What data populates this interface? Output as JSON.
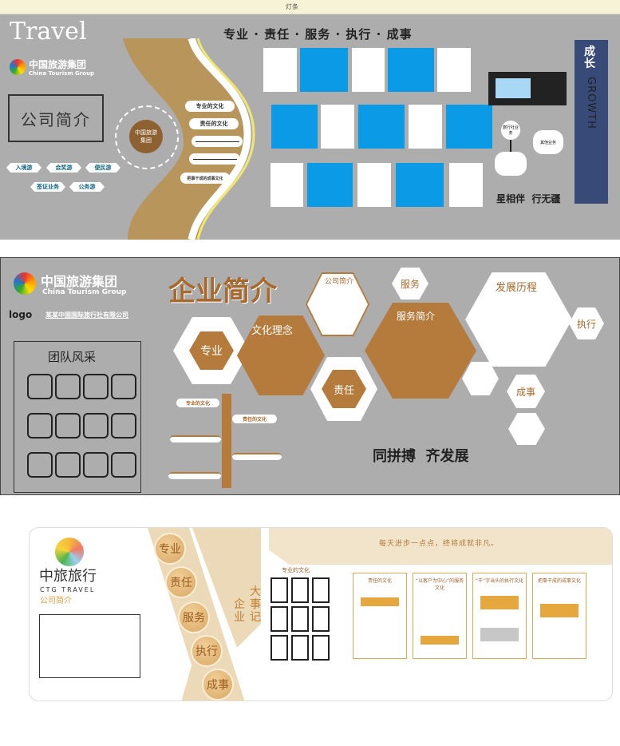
{
  "top_strip_label": "灯条",
  "panel1": {
    "travel": "Travel",
    "logo_cn": "中国旅游集团",
    "logo_en": "China Tourism Group",
    "intro_box": "公司简介",
    "flower_center": "中国旅游集团",
    "tags": [
      "入境游",
      "会奖游",
      "便民游",
      "签证业务",
      "公务游"
    ],
    "culture_pills": [
      "专业的文化",
      "责任的文化",
      "",
      "",
      "把事干成的成事文化"
    ],
    "slogan": "专业 · 责任 · 服务 · 执行 · 成事",
    "growth_cn": "成长",
    "growth_en": "GROWTH",
    "node1": "旅行社业务",
    "node2": "其他业务",
    "motto": "星相伴  行无疆",
    "colors": {
      "gray": "#adadad",
      "gold": "#b8955a",
      "blue": "#0a9ae6",
      "navy": "#384a77"
    }
  },
  "panel2": {
    "logo_cn": "中国旅游集团",
    "logo_en": "China Tourism Group",
    "logo_line_label": "logo",
    "company_name": "某某中国国际旅行社有限公司",
    "title": "企业简介",
    "team": "团队风采",
    "hex_labels": {
      "pro": "专业",
      "culture": "文化理念",
      "intro": "公司简介",
      "service": "服务",
      "service_intro": "服务简介",
      "history": "发展历程",
      "exec": "执行",
      "resp": "责任",
      "done": "成事"
    },
    "timeline_labels": [
      "专业的文化",
      "责任的文化"
    ],
    "motto": "同拼搏  齐发展",
    "colors": {
      "brown": "#b47b3c"
    }
  },
  "panel3": {
    "brand_cn": "中旅旅行",
    "brand_en": "CTG TRAVEL",
    "intro": "公司简介",
    "values": [
      "专业",
      "责任",
      "服务",
      "执行",
      "成事"
    ],
    "memo_title_a": "企业",
    "memo_title_b": "大事记",
    "slogan": "每天进步一点点，终将成就非凡。",
    "photo_label": "专业的文化",
    "cards": [
      "责任的文化",
      "“以客户为中心”的服务文化",
      "“干”字当头的执行文化",
      "把事干成的成事文化"
    ],
    "colors": {
      "tan": "#ecd9b8",
      "orange": "#e4a83f"
    }
  }
}
